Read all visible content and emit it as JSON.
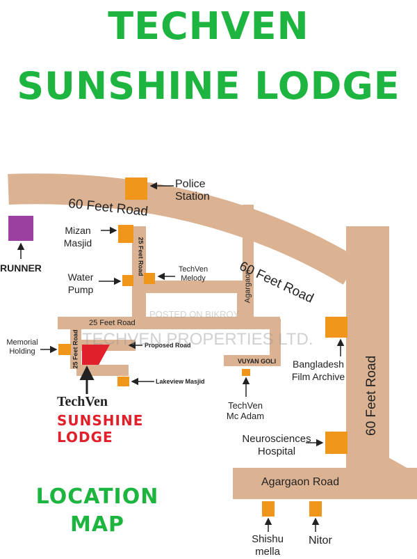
{
  "title": {
    "line1": "TECHVEN",
    "line2": "SUNSHINE LODGE"
  },
  "colors": {
    "road": "#dbb393",
    "marker": "#f0961a",
    "project": "#e0202a",
    "heading": "#1db53f",
    "runner": "#9b3fa0"
  },
  "roads": {
    "sixty_feet_top": "60 Feet Road",
    "sixty_feet_mid": "60 Feet Road",
    "sixty_feet_right": "60 Feet Road",
    "twenty_five_vertical": "25 Feet Road",
    "twenty_five_horizontal": "25 Feet Road",
    "twenty_five_left": "25 Feet Road",
    "agargaon_vertical": "Agargaon",
    "proposed": "Proposed Road",
    "vuyan_goli": "VUYAN GOLI",
    "agargaon_road": "Agargaon Road"
  },
  "landmarks": {
    "police_station": "Police\nStation",
    "mizan_masjid": "Mizan\nMasjid",
    "runner": "RUNNER",
    "water_pump": "Water\nPump",
    "techven_melody": "TechVen\nMelody",
    "memorial_holding": "Memorial\nHolding",
    "lakeview_masjid": "Lakeview Masjid",
    "bangladesh_film_archive": "Bangladesh\nFilm Archive",
    "techven_mc_adam": "TechVen\nMc Adam",
    "neurosciences_hospital": "Neurosciences\nHospital",
    "shishu_mella": "Shishu\nmella",
    "nitor": "Nitor"
  },
  "project": {
    "brand": "TechVen",
    "name_line1": "SUNSHINE",
    "name_line2": "LODGE"
  },
  "location_map": {
    "line1": "LOCATION",
    "line2": "MAP"
  },
  "watermark": {
    "top": "POSTED ON BIKROY",
    "main": "TECHVEN PROPERTIES LTD."
  }
}
